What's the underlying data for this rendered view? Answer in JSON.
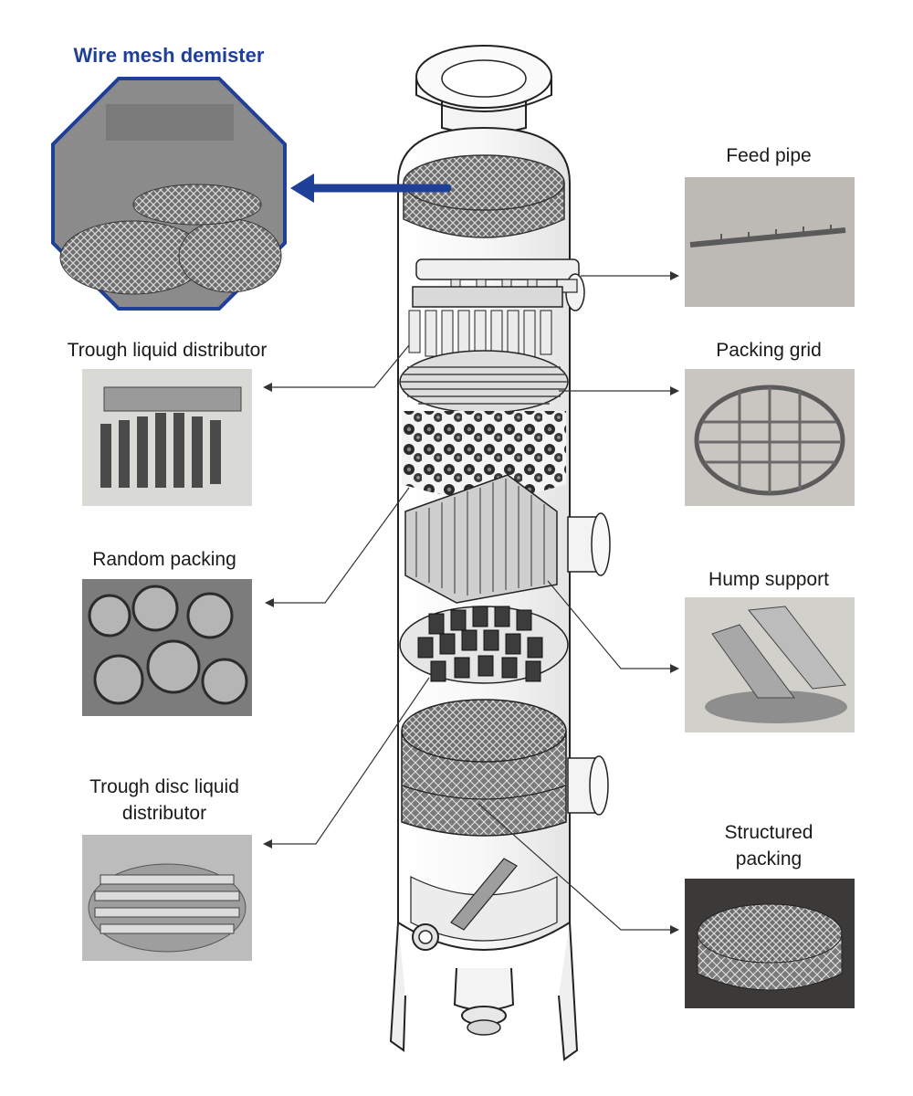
{
  "labels": {
    "wire_mesh_demister": "Wire mesh demister",
    "feed_pipe": "Feed pipe",
    "trough_liquid_distributor": "Trough liquid  distributor",
    "packing_grid": "Packing grid",
    "random_packing": "Random packing",
    "hump_support": "Hump support",
    "trough_disc_liquid_distributor_line1": "Trough disc liquid",
    "trough_disc_liquid_distributor_line2": "distributor",
    "structured_packing_line1": "Structured",
    "structured_packing_line2": "packing"
  },
  "colors": {
    "accent_blue": "#1f3f98",
    "line": "#333333",
    "steel_light": "#b8b8b8",
    "steel_dark": "#4a4a4a",
    "photo_bg": "#8a8a8a"
  }
}
